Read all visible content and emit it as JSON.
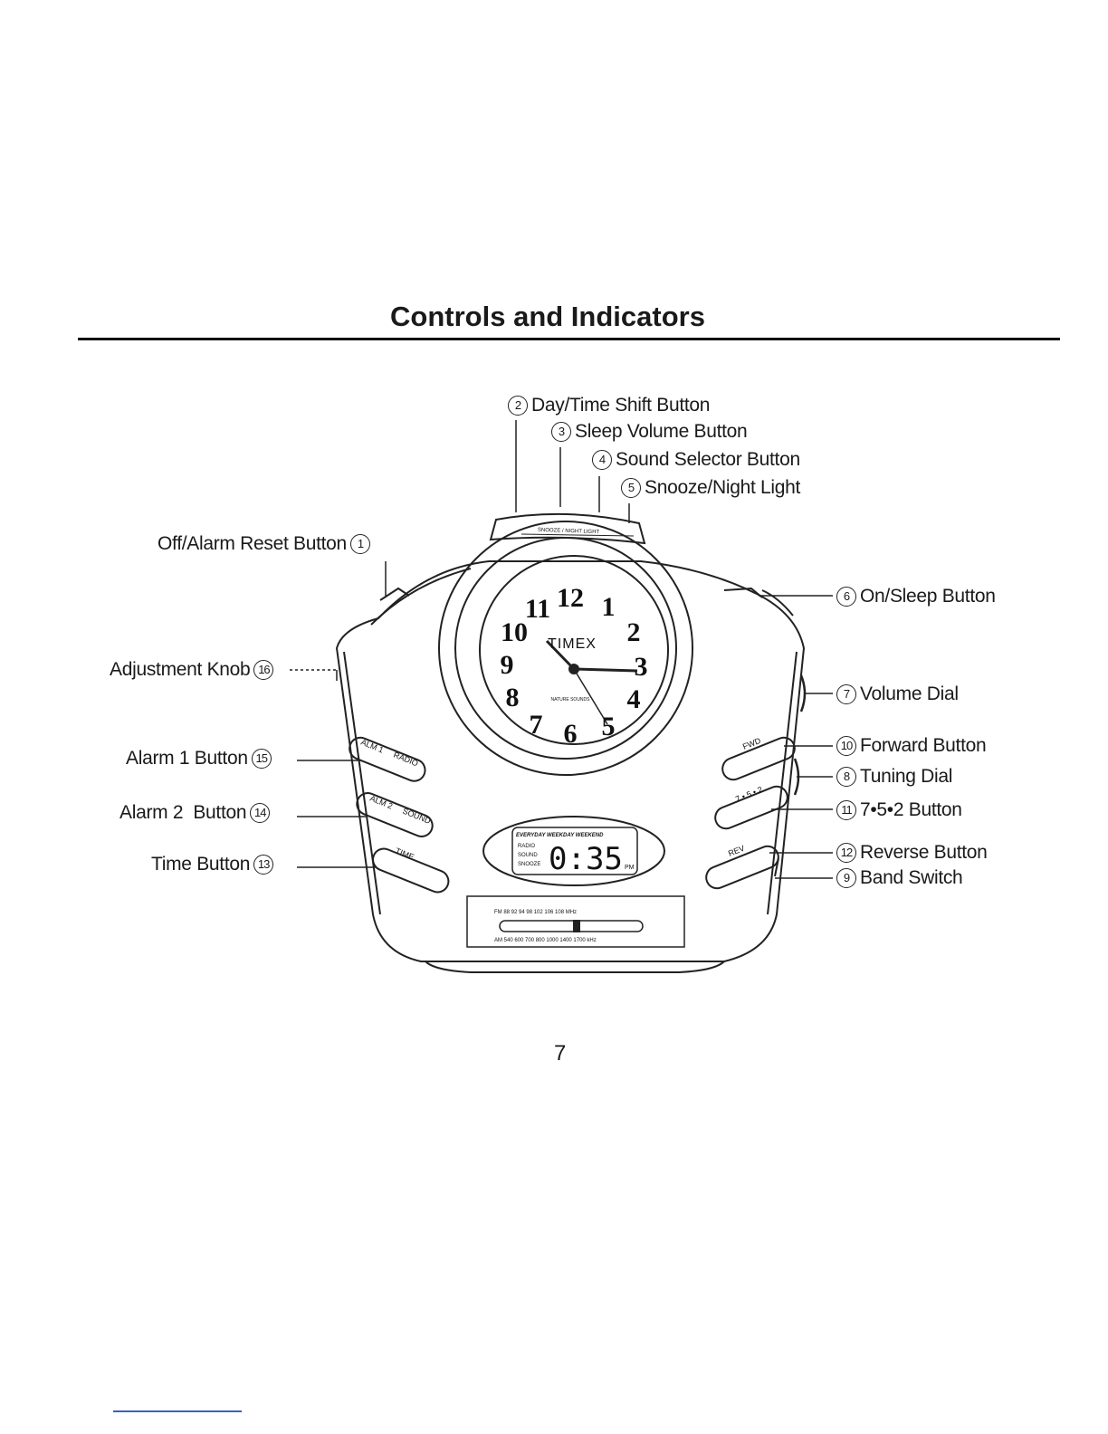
{
  "page": {
    "title": "Controls and Indicators",
    "page_number": "7"
  },
  "callouts": {
    "c1": {
      "num": "1",
      "label": "Off/Alarm Reset Button"
    },
    "c2": {
      "num": "2",
      "label": "Day/Time Shift Button"
    },
    "c3": {
      "num": "3",
      "label": "Sleep Volume Button"
    },
    "c4": {
      "num": "4",
      "label": "Sound Selector Button"
    },
    "c5": {
      "num": "5",
      "label": "Snooze/Night Light"
    },
    "c6": {
      "num": "6",
      "label": "On/Sleep Button"
    },
    "c7": {
      "num": "7",
      "label": "Volume Dial"
    },
    "c8": {
      "num": "8",
      "label": "Tuning Dial"
    },
    "c9": {
      "num": "9",
      "label": "Band Switch"
    },
    "c10": {
      "num": "10",
      "label": "Forward Button"
    },
    "c11": {
      "num": "11",
      "label": "7•5•2 Button"
    },
    "c12": {
      "num": "12",
      "label": "Reverse Button"
    },
    "c13": {
      "num": "13",
      "label": "Time Button"
    },
    "c14": {
      "num": "14",
      "label": "Alarm 2  Button"
    },
    "c15": {
      "num": "15",
      "label": "Alarm 1 Button"
    },
    "c16": {
      "num": "16",
      "label": "Adjustment Knob"
    }
  },
  "clock": {
    "brand": "TIMEX",
    "numerals": [
      "12",
      "1",
      "2",
      "3",
      "4",
      "5",
      "6",
      "7",
      "8",
      "9",
      "10",
      "11"
    ],
    "sub_logo": "NATURE SOUNDS",
    "top_strip": "SNOOZE / NIGHT LIGHT"
  },
  "buttons": {
    "alm1": "ALM 1",
    "alm1_sub": "RADIO",
    "alm2": "ALM 2",
    "alm2_sub": "SOUND",
    "time": "TIME",
    "fwd": "FWD",
    "rev": "REV",
    "seven52": "7 • 5 • 2"
  },
  "lcd": {
    "header": "EVERYDAY WEEKDAY WEEKEND",
    "rows": [
      "RADIO",
      "SOUND",
      "SNOOZE"
    ],
    "time": "0:35",
    "pm": "PM"
  },
  "radio_scale": {
    "fm": "FM  88   92 94   98   102   106   108      MHz",
    "am": "AM 540  600  700 800  1000     1400 1700  kHz"
  }
}
